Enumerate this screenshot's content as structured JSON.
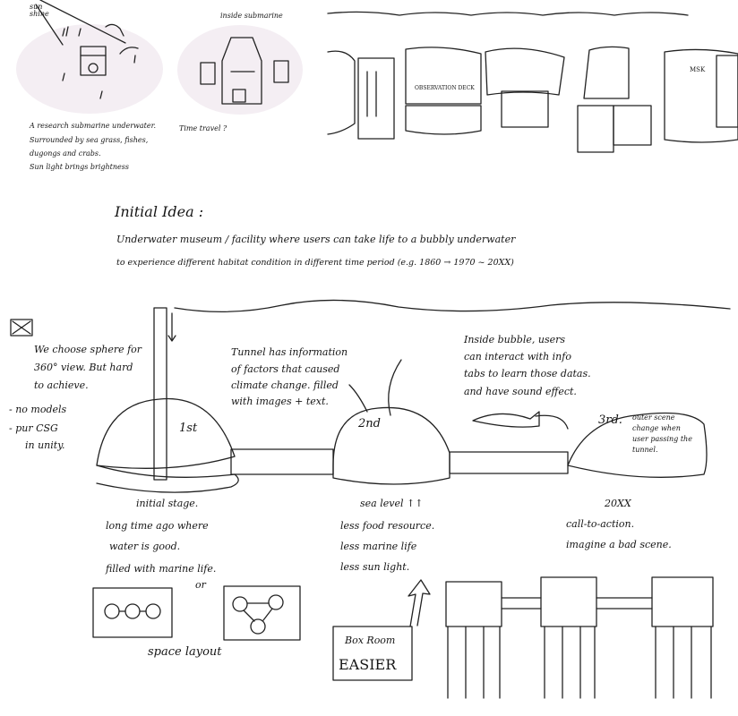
{
  "sketch_top_left": {
    "sun_label": "sun shine",
    "caption": [
      "A research submarine underwater.",
      "Surrounded by sea grass, fishes,",
      "dugongs and crabs.",
      "Sun light brings brightness"
    ]
  },
  "sketch_top_middle": {
    "title": "inside submarine",
    "caption": "Time travel ?"
  },
  "panorama": {
    "observation_label": "OBSERVATION DECK",
    "mask_label": "MSK"
  },
  "initial_idea": {
    "heading": "Initial Idea :",
    "line1": "Underwater museum / facility where users can take life to a bubbly underwater",
    "line2": "to experience different habitat condition in different time period (e.g. 1860 → 1970 ~ 20XX)"
  },
  "museum_sketch": {
    "sphere_note": [
      "We choose sphere for",
      "360° view. But hard",
      "to achieve."
    ],
    "issues": [
      "- no models",
      "- pur CSG",
      "in unity."
    ],
    "first_label": "1st",
    "second_label": "2nd",
    "third_label": "3rd.",
    "tunnel_note": [
      "Tunnel has information",
      "of factors that caused",
      "climate change. filled",
      "with images + text."
    ],
    "bubble_note": [
      "Inside bubble, users",
      "can interact with info",
      "tabs to learn those datas.",
      "and have sound effect."
    ],
    "third_note": [
      "outer scene",
      "change when",
      "user passing the",
      "tunnel."
    ]
  },
  "stages": {
    "first": [
      "initial stage.",
      "long time ago where",
      "water is good.",
      "filled with marine life."
    ],
    "second": [
      "sea level ↑↑",
      "less food resource.",
      "less marine life",
      "less sun light."
    ],
    "third": [
      "20XX",
      "call-to-action.",
      "imagine a bad scene."
    ]
  },
  "layout_sketch": {
    "or_label": "or",
    "caption": "space layout"
  },
  "box_room": {
    "line1": "Box Room",
    "line2": "EASIER"
  }
}
